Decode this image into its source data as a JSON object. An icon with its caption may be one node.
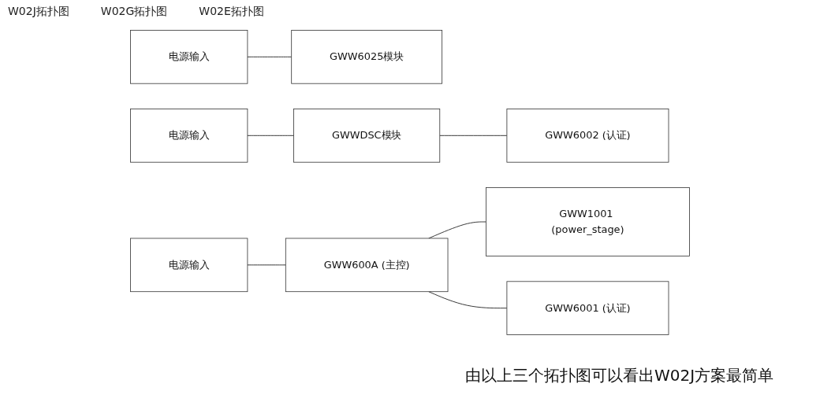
{
  "diagram": {
    "nodes": [
      {
        "text": [
          "电源输入"
        ]
      },
      {
        "text": [
          "GWW6025模块"
        ]
      },
      {
        "text": [
          "电源输入"
        ]
      },
      {
        "text": [
          "GWWDSC模块"
        ]
      },
      {
        "text": [
          "GWW6002 (认证)"
        ]
      },
      {
        "text": [
          "电源输入"
        ]
      },
      {
        "text": [
          "GWW600A (主控)"
        ]
      },
      {
        "text": [
          "GWW1001 (power_stage)"
        ]
      },
      {
        "text": [
          "GWW6001 (认证)"
        ]
      }
    ],
    "edges": [
      {
        "from": 0,
        "to": 1,
        "arrow": "none"
      },
      {
        "from": 2,
        "to": 3,
        "arrow": "none"
      },
      {
        "from": 3,
        "to": 4,
        "arrow": "none"
      },
      {
        "from": 5,
        "to": 6,
        "arrow": "none"
      },
      {
        "from": 6,
        "to": 7,
        "arrow": "none"
      },
      {
        "from": 6,
        "to": 8,
        "arrow": "none"
      }
    ],
    "labels": [
      "W02J拓扑图",
      "W02G拓扑图",
      "W02E拓扑图",
      "由以上三个拓扑图可以看出W02J方案最简单"
    ]
  }
}
